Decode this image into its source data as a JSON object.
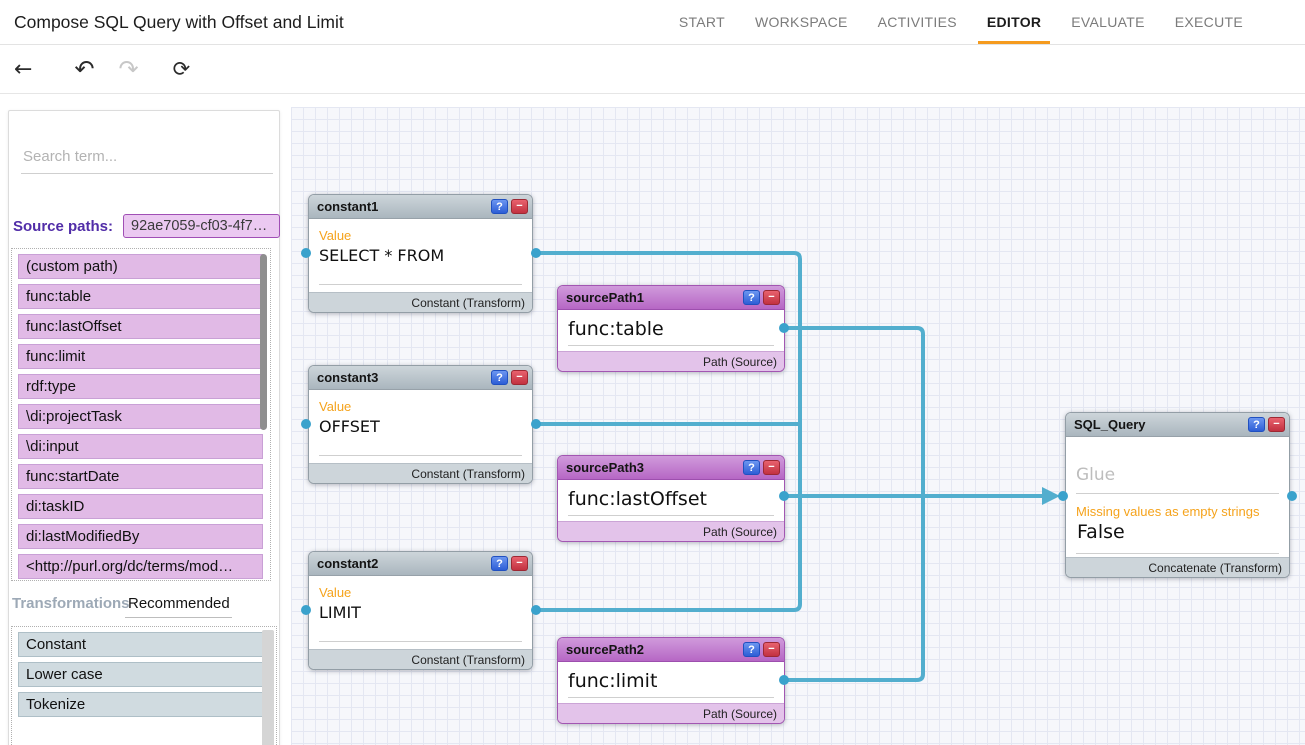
{
  "header": {
    "title": "Compose SQL Query with Offset and Limit",
    "tabs": [
      {
        "label": "START",
        "active": false
      },
      {
        "label": "WORKSPACE",
        "active": false
      },
      {
        "label": "ACTIVITIES",
        "active": false
      },
      {
        "label": "EDITOR",
        "active": true
      },
      {
        "label": "EVALUATE",
        "active": false
      },
      {
        "label": "EXECUTE",
        "active": false
      }
    ]
  },
  "toolbar": {
    "back_icon": "←",
    "undo_icon": "↶",
    "redo_icon": "↷",
    "refresh_icon": "⟳"
  },
  "sidebar": {
    "search_placeholder": "Search term...",
    "source_paths_label": "Source paths:",
    "source_paths_value": "92ae7059-cf03-4f7…",
    "source_paths": [
      "(custom path)",
      "func:table",
      "func:lastOffset",
      "func:limit",
      "rdf:type",
      "\\di:projectTask",
      "\\di:input",
      "func:startDate",
      "di:taskID",
      "di:lastModifiedBy",
      "<http://purl.org/dc/terms/mod…"
    ],
    "transformations_tab": "Transformations",
    "recommended_tab": "Recommended",
    "transformations": [
      "Constant",
      "Lower case",
      "Tokenize"
    ]
  },
  "canvas": {
    "node_buttons": {
      "help": "?",
      "remove": "−"
    },
    "nodes": {
      "constant1": {
        "title": "constant1",
        "param_label": "Value",
        "value": "SELECT * FROM",
        "footer": "Constant (Transform)"
      },
      "constant3": {
        "title": "constant3",
        "param_label": "Value",
        "value": "OFFSET",
        "footer": "Constant (Transform)"
      },
      "constant2": {
        "title": "constant2",
        "param_label": "Value",
        "value": "LIMIT",
        "footer": "Constant (Transform)"
      },
      "sourcePath1": {
        "title": "sourcePath1",
        "value": "func:table",
        "footer": "Path (Source)"
      },
      "sourcePath3": {
        "title": "sourcePath3",
        "value": "func:lastOffset",
        "footer": "Path (Source)"
      },
      "sourcePath2": {
        "title": "sourcePath2",
        "value": "func:limit",
        "footer": "Path (Source)"
      },
      "sql_query": {
        "title": "SQL_Query",
        "glue_placeholder": "Glue",
        "param_label": "Missing values as empty strings",
        "value": "False",
        "footer": "Concatenate (Transform)"
      }
    },
    "edges": [
      {
        "from": "constant1",
        "to": "SQL_Query"
      },
      {
        "from": "constant3",
        "to": "SQL_Query"
      },
      {
        "from": "constant2",
        "to": "SQL_Query"
      },
      {
        "from": "sourcePath1",
        "to": "SQL_Query"
      },
      {
        "from": "sourcePath3",
        "to": "SQL_Query"
      },
      {
        "from": "sourcePath2",
        "to": "SQL_Query"
      }
    ],
    "colors": {
      "accent_orange": "#F59B1E",
      "label_orange": "#F5A31C",
      "connection_blue": "#52AECE",
      "port_blue": "#3AA2CC",
      "purple_header": "#B667C5",
      "help_blue": "#2D5ED6",
      "remove_red": "#C23140",
      "sidebar_item_purple": "#E1BAE6",
      "transformation_item_gray": "#D0DBE0"
    }
  }
}
